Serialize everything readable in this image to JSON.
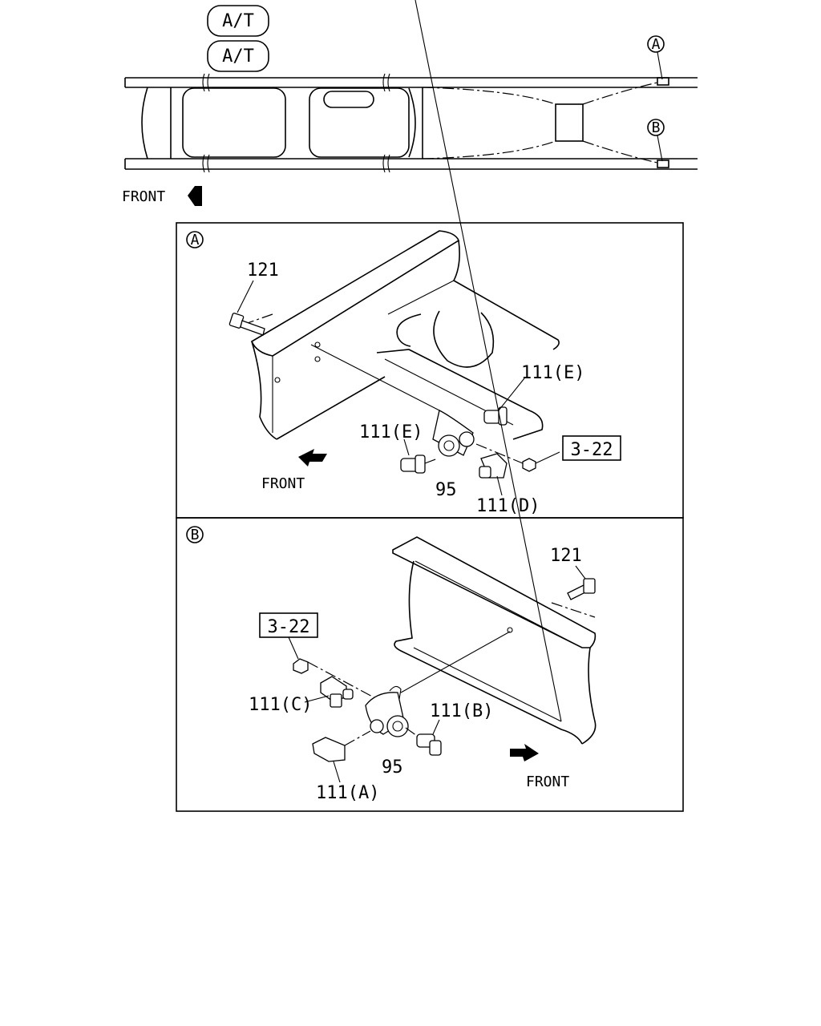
{
  "header": {
    "tag_1": "A/T",
    "tag_2": "A/T",
    "front": "FRONT",
    "callout_a": "A",
    "callout_b": "B"
  },
  "detail_a": {
    "id": "A",
    "front": "FRONT",
    "labels": {
      "bolt": "121",
      "fitting_e_upper": "111(E)",
      "fitting_e_lower": "111(E)",
      "connector": "95",
      "fitting_d": "111(D)",
      "ref": "3-22"
    }
  },
  "detail_b": {
    "id": "B",
    "front": "FRONT",
    "labels": {
      "bolt": "121",
      "ref": "3-22",
      "fitting_c": "111(C)",
      "fitting_b": "111(B)",
      "connector": "95",
      "fitting_a": "111(A)"
    }
  }
}
